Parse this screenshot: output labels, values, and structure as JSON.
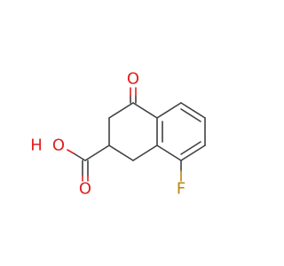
{
  "molecule": {
    "atoms": {
      "o_ketone": {
        "text": "O",
        "color": "#e02020"
      },
      "o_carbonyl": {
        "text": "O",
        "color": "#e02020"
      },
      "o_hydroxyl_h": {
        "text": "H",
        "color": "#e02020"
      },
      "o_hydroxyl": {
        "text": "O",
        "color": "#e02020"
      },
      "fluorine": {
        "text": "F",
        "color": "#b8860b"
      }
    },
    "bond_color": "#404040"
  }
}
